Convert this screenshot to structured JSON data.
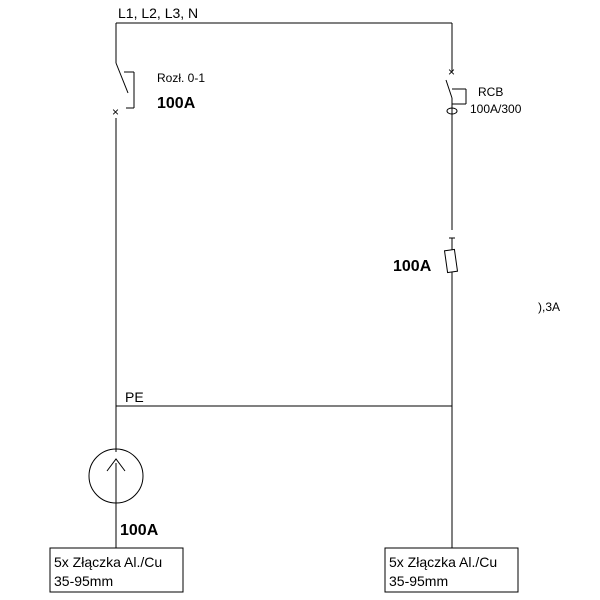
{
  "supply": {
    "label": "L1, L2, L3, N"
  },
  "disconnector": {
    "label": "Rozł. 0-1",
    "rating": "100A"
  },
  "rcb": {
    "label": "RCB",
    "rating_prefix": "100A",
    "rating_suffix": "/300",
    "overflow_fragment": "),3A"
  },
  "fuse": {
    "rating": "100A"
  },
  "pe": {
    "label": "PE"
  },
  "meter": {
    "rating": "100A"
  },
  "connector_left": {
    "line1": "5x Złączka Al./Cu",
    "line2": "35-95mm"
  },
  "connector_right": {
    "line1": "5x Złączka Al./Cu",
    "line2": "35-95mm"
  }
}
